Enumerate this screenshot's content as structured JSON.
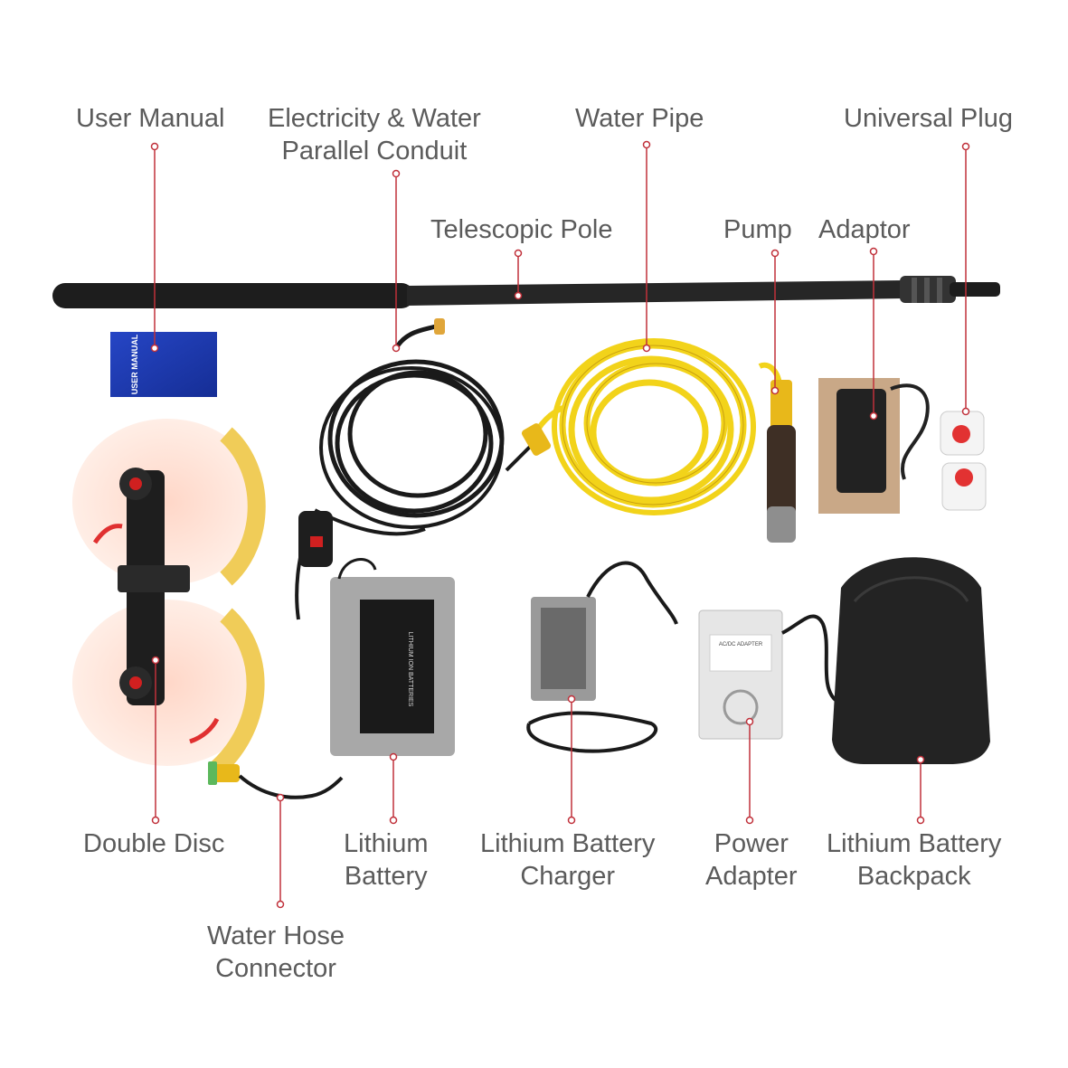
{
  "labels": {
    "user_manual": "User Manual",
    "conduit_line1": "Electricity & Water",
    "conduit_line2": "Parallel Conduit",
    "water_pipe": "Water Pipe",
    "universal_plug": "Universal Plug",
    "telescopic_pole": "Telescopic Pole",
    "pump": "Pump",
    "adaptor": "Adaptor",
    "double_disc": "Double Disc",
    "lithium_battery_line1": "Lithium",
    "lithium_battery_line2": "Battery",
    "charger_line1": "Lithium Battery",
    "charger_line2": "Charger",
    "power_adapter_line1": "Power",
    "power_adapter_line2": "Adapter",
    "backpack_line1": "Lithium Battery",
    "backpack_line2": "Backpack",
    "hose_connector_line1": "Water Hose",
    "hose_connector_line2": "Connector"
  },
  "product_text": {
    "manual_cover": "USER MANUAL",
    "battery_plate": "LITHIUM ION BATTERIES",
    "adapter_plate": "AC/DC ADAPTER"
  },
  "colors": {
    "label_text": "#5b5b5b",
    "leader_line": "#c0303a",
    "hose_yellow": "#f2d31a",
    "manual_blue": "#1f3fb5",
    "backpack": "#222222"
  }
}
